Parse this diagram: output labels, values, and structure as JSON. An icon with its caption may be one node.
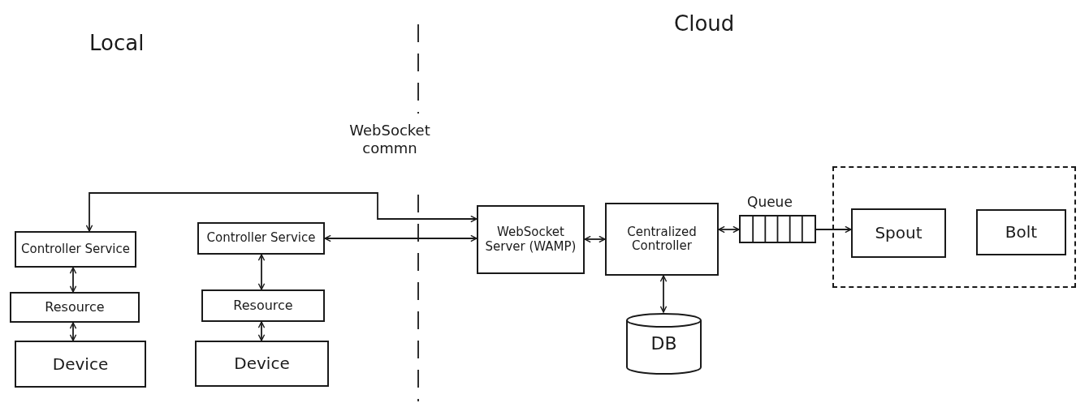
{
  "diagram": {
    "nodes": [
      {
        "text": [
          "Controller Service"
        ]
      },
      {
        "text": [
          "Resource"
        ]
      },
      {
        "text": [
          "Device"
        ]
      },
      {
        "text": [
          "Controller Service"
        ]
      },
      {
        "text": [
          "Resource"
        ]
      },
      {
        "text": [
          "Device"
        ]
      },
      {
        "text": [
          "WebSocket Server (WAMP)"
        ]
      },
      {
        "text": [
          "Centralized Controller"
        ]
      },
      {
        "text": [],
        "shape": "box",
        "beside": [
          "Queue"
        ]
      },
      {
        "text": [],
        "shape": "box"
      },
      {
        "text": [
          "Spout"
        ],
        "in": 9
      },
      {
        "text": [
          "Bolt"
        ],
        "in": 9
      },
      {
        "text": [
          "DB"
        ]
      }
    ],
    "edges": [
      {
        "from": 0,
        "to": 6,
        "arrow": "both"
      },
      {
        "from": 3,
        "to": 6,
        "arrow": "both"
      },
      {
        "from": 0,
        "to": 1,
        "arrow": "both"
      },
      {
        "from": 1,
        "to": 2,
        "arrow": "both"
      },
      {
        "from": 3,
        "to": 4,
        "arrow": "both"
      },
      {
        "from": 4,
        "to": 5,
        "arrow": "both"
      },
      {
        "from": 6,
        "to": 7,
        "arrow": "both"
      },
      {
        "from": 7,
        "to": 8,
        "arrow": "both"
      },
      {
        "from": 7,
        "to": 12,
        "arrow": "both"
      },
      {
        "from": 8,
        "to": 10,
        "arrow": "to"
      }
    ],
    "labels": [
      "Local",
      "Cloud",
      "WebSocket commn"
    ]
  }
}
